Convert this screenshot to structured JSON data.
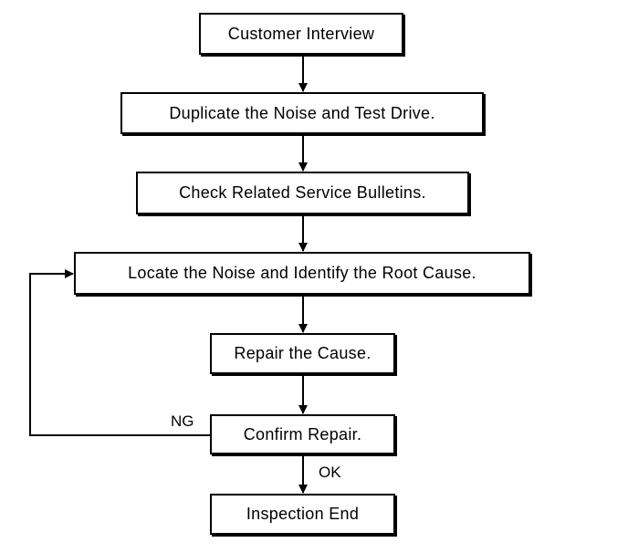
{
  "steps": {
    "interview": "Customer Interview",
    "duplicate": "Duplicate the Noise and Test Drive.",
    "bulletins": "Check Related Service Bulletins.",
    "locate": "Locate the Noise and Identify the Root Cause.",
    "repair": "Repair the Cause.",
    "confirm": "Confirm Repair.",
    "end": "Inspection End"
  },
  "labels": {
    "ng": "NG",
    "ok": "OK"
  }
}
